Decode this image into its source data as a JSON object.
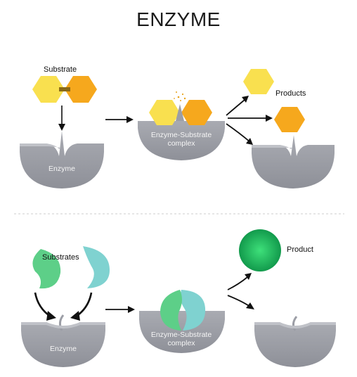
{
  "title": "ENZYME",
  "top": {
    "substrate_label": "Substrate",
    "enzyme_label": "Enzyme",
    "complex_line1": "Enzyme-Substrate",
    "complex_line2": "complex",
    "products_label": "Products"
  },
  "bottom": {
    "substrates_label": "Substrates",
    "enzyme_label": "Enzyme",
    "complex_line1": "Enzyme-Substrate",
    "complex_line2": "complex",
    "product_label": "Product"
  },
  "colors": {
    "enzyme": "#9c9ea6",
    "enzyme_light": "#b7b9c0",
    "hex_yellow": "#f9e04f",
    "hex_orange": "#f6a81d",
    "bean_green": "#5dcf88",
    "bean_teal": "#7fd2d0",
    "product_green": "#1fa85a",
    "divider": "#cccccc"
  }
}
